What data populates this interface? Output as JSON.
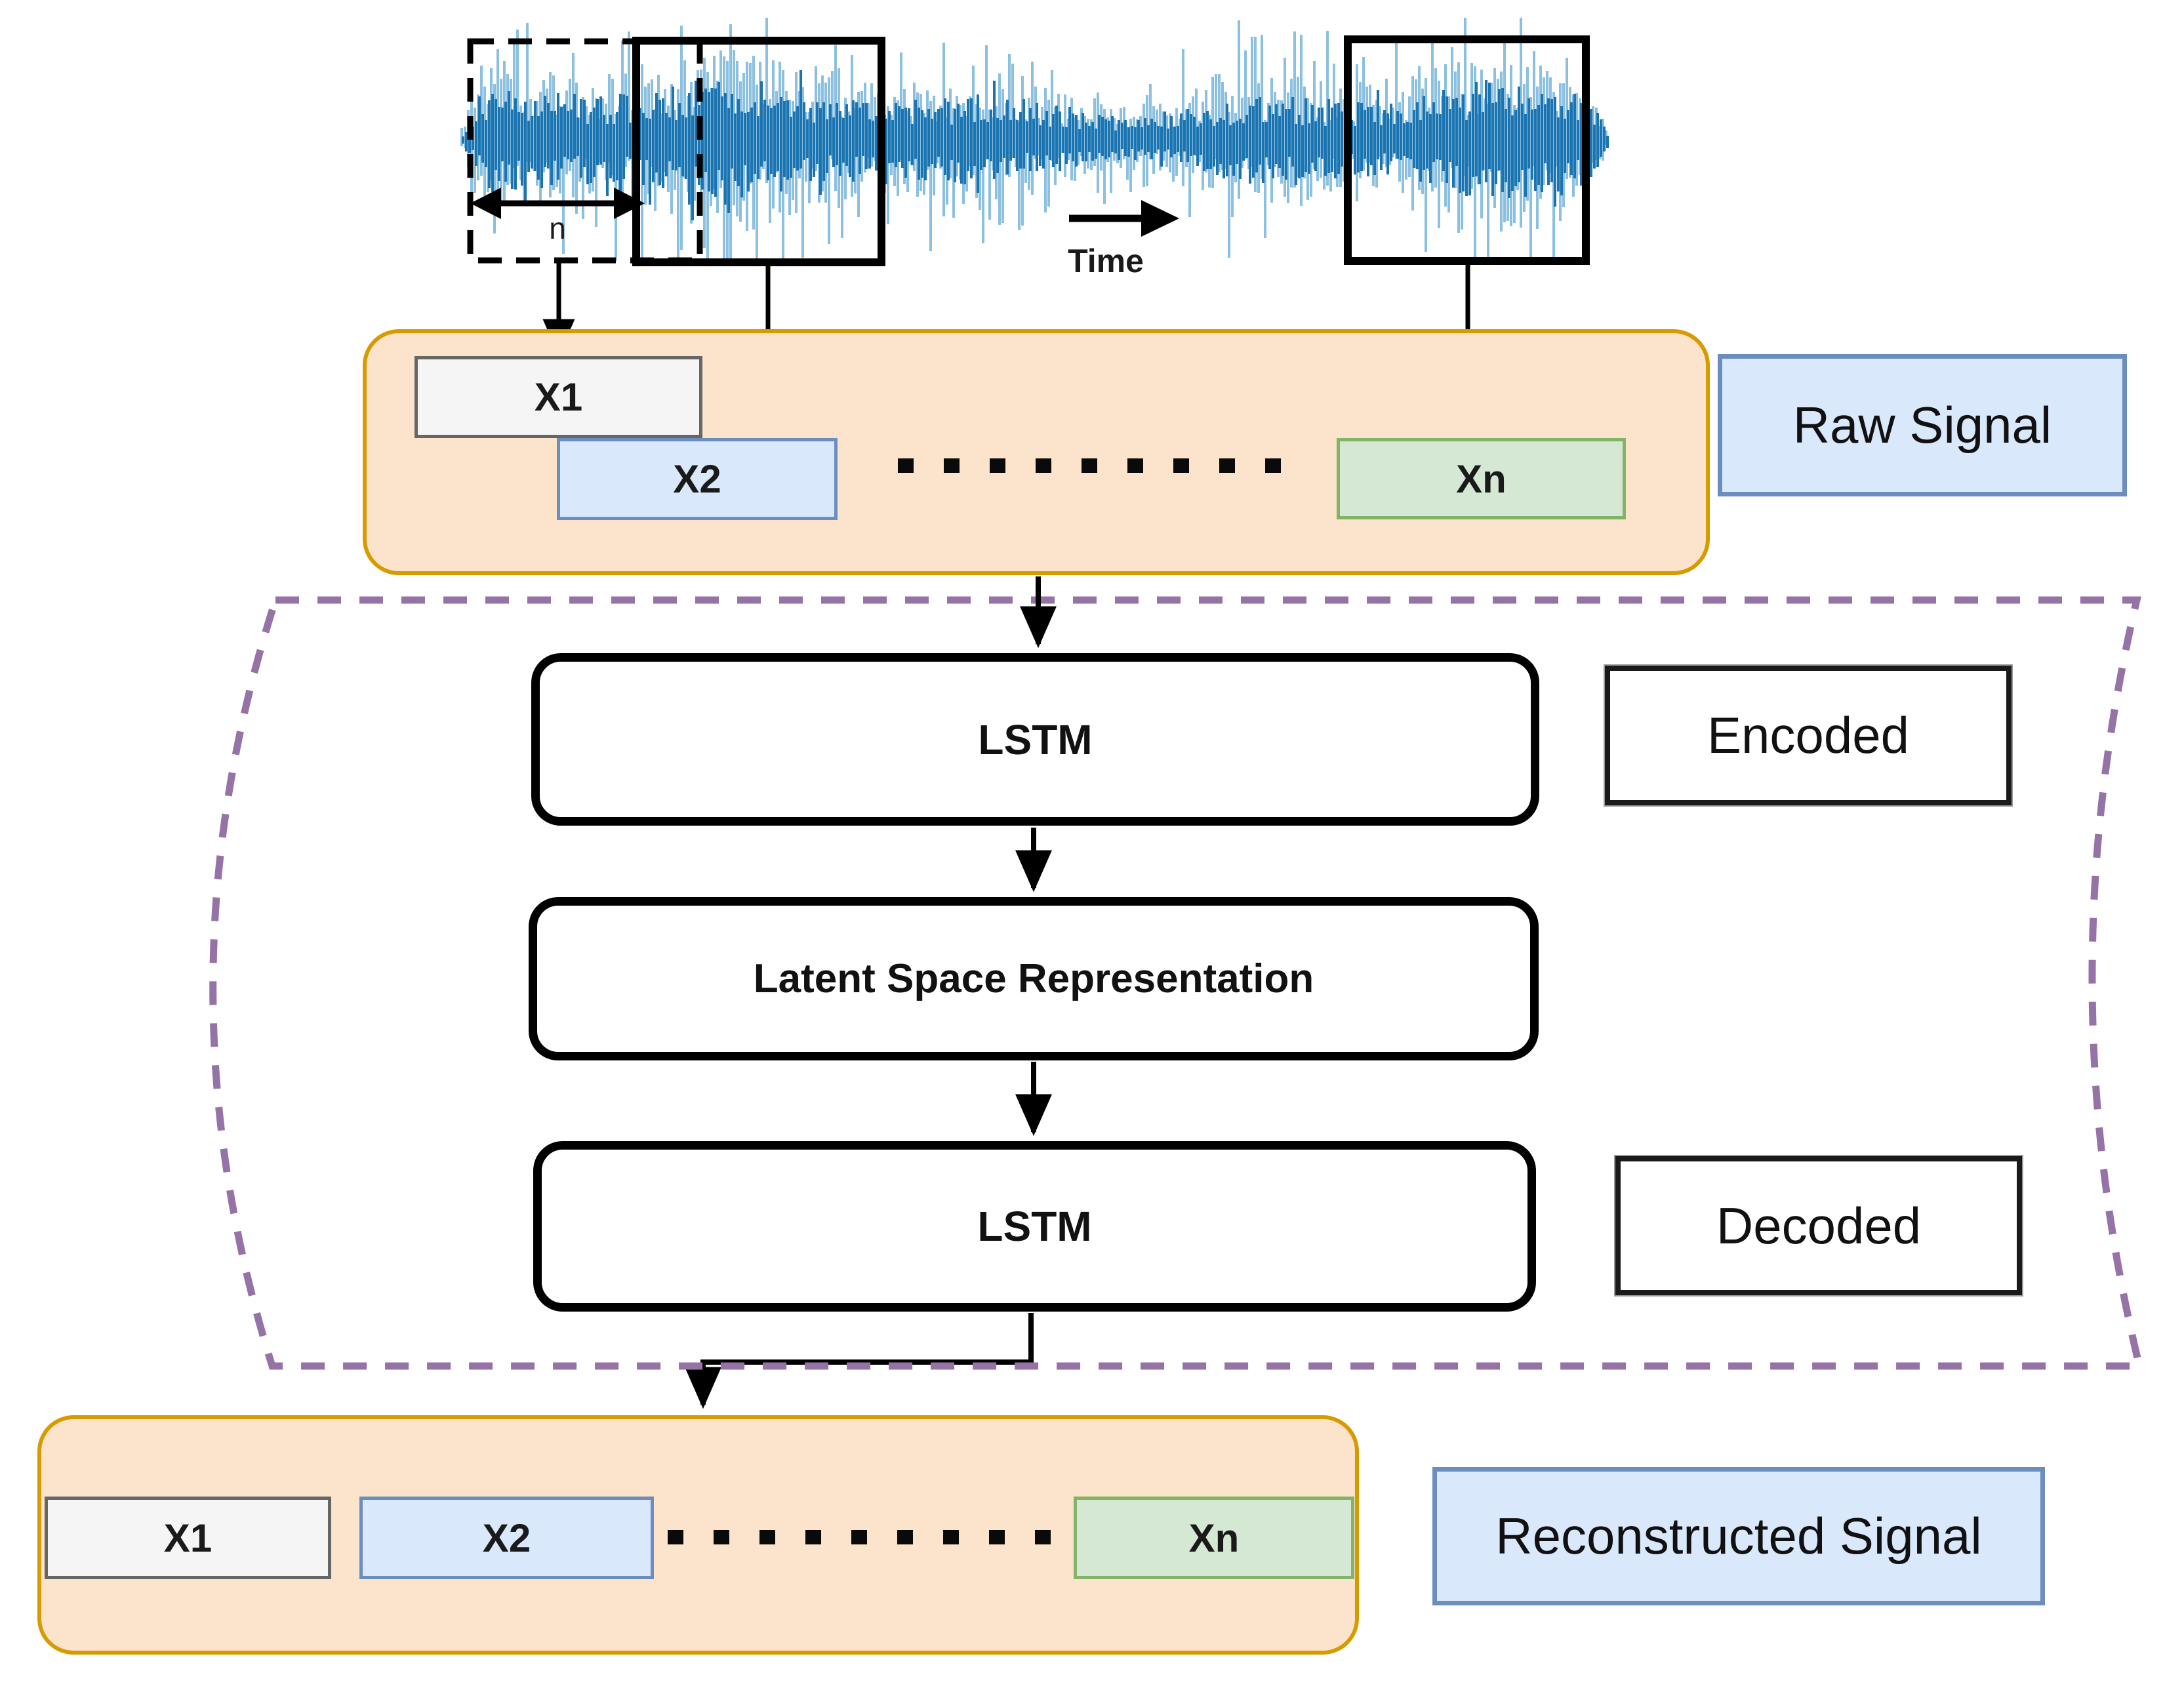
{
  "waveform": {
    "time_label": "Time",
    "window_width_label": "n"
  },
  "raw_signal": {
    "label": "Raw Signal",
    "x1": "X1",
    "x2": "X2",
    "xn": "Xn"
  },
  "autoencoder": {
    "encoder_label": "LSTM",
    "encoded_label": "Encoded",
    "latent_label": "Latent Space Representation",
    "decoder_label": "LSTM",
    "decoded_label": "Decoded"
  },
  "reconstructed_signal": {
    "label": "Reconstructed Signal",
    "x1": "X1",
    "x2": "X2",
    "xn": "Xn"
  },
  "colors": {
    "waveform_dark": "#1b74b0",
    "waveform_light": "#6fb0da",
    "orange_fill": "#fce3cb",
    "orange_border": "#d79b00",
    "blue_fill": "#dae8fc",
    "blue_border": "#6c8ebf",
    "green_fill": "#d5e8d4",
    "green_border": "#82b366",
    "gray_fill": "#f5f5f5",
    "gray_border": "#666666",
    "purple_border": "#9673a6",
    "line_black": "#000000"
  }
}
